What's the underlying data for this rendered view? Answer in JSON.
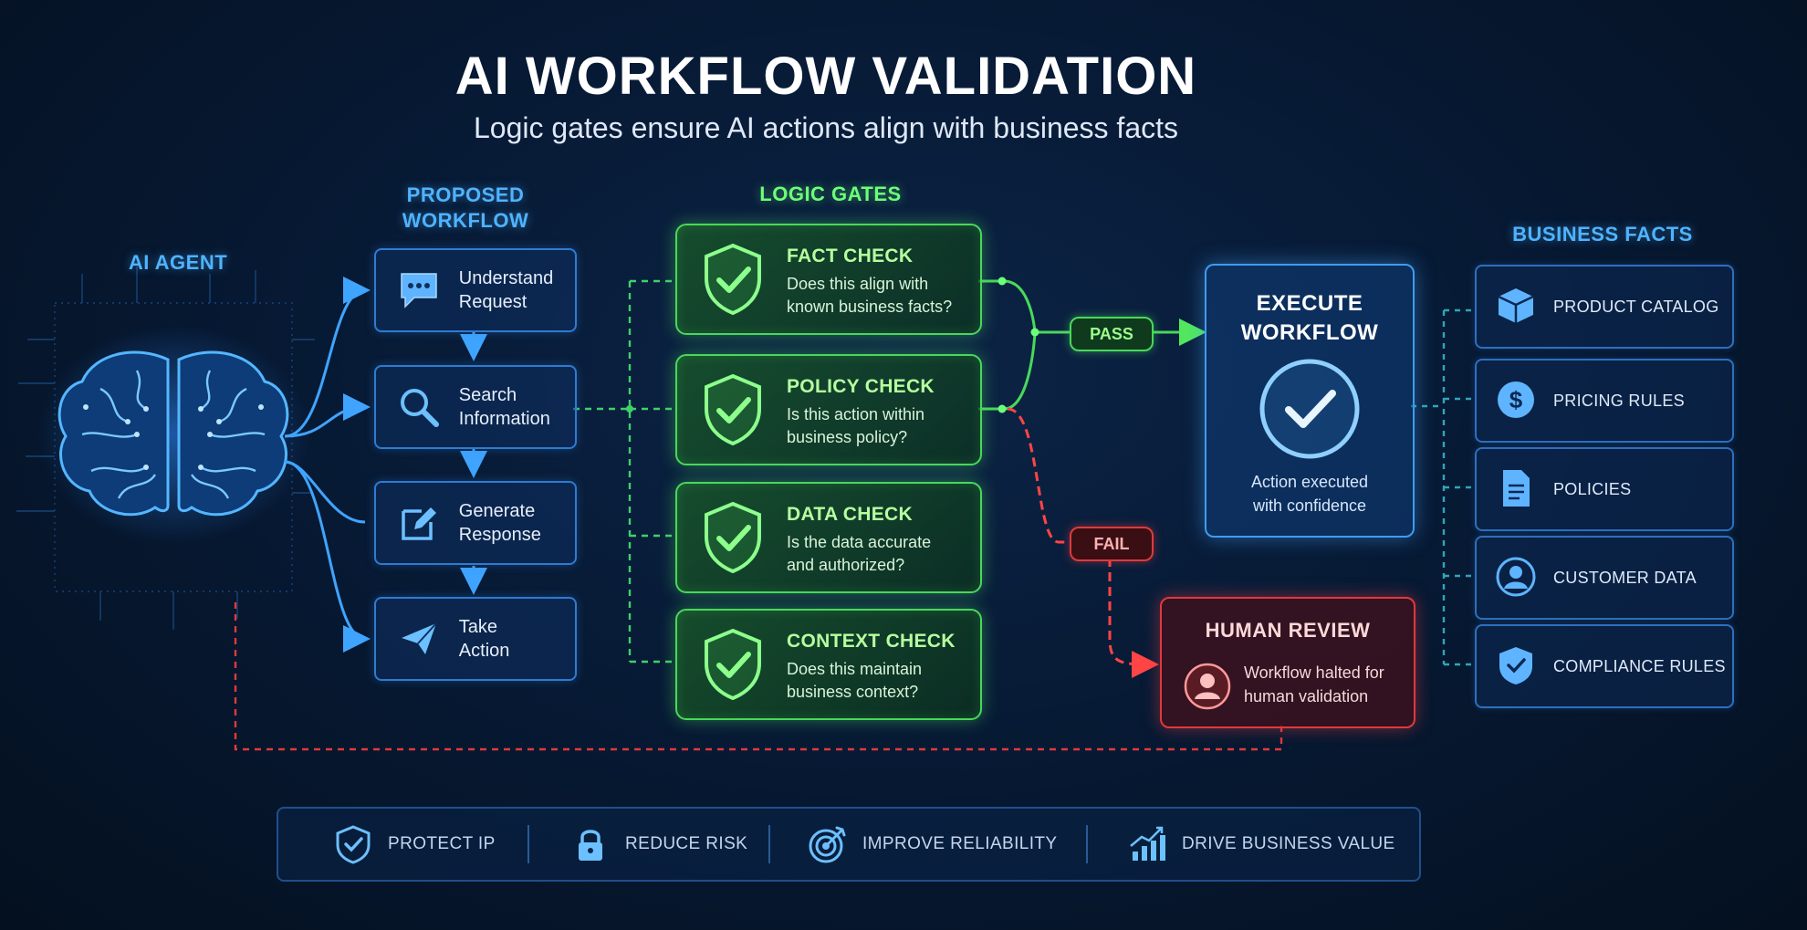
{
  "header": {
    "title": "AI WORKFLOW VALIDATION",
    "subtitle": "Logic gates ensure AI actions align with business facts"
  },
  "agent": {
    "label": "AI AGENT"
  },
  "workflow": {
    "label_line1": "PROPOSED",
    "label_line2": "WORKFLOW",
    "steps": [
      {
        "line1": "Understand",
        "line2": "Request",
        "icon": "chat-bubble-icon"
      },
      {
        "line1": "Search",
        "line2": "Information",
        "icon": "magnifier-icon"
      },
      {
        "line1": "Generate",
        "line2": "Response",
        "icon": "edit-pencil-icon"
      },
      {
        "line1": "Take",
        "line2": "Action",
        "icon": "paper-plane-icon"
      }
    ]
  },
  "gates": {
    "label": "LOGIC GATES",
    "items": [
      {
        "title": "FACT CHECK",
        "line1": "Does this align with",
        "line2": "known business facts?"
      },
      {
        "title": "POLICY CHECK",
        "line1": "Is this action within",
        "line2": "business policy?"
      },
      {
        "title": "DATA CHECK",
        "line1": "Is the data accurate",
        "line2": "and authorized?"
      },
      {
        "title": "CONTEXT CHECK",
        "line1": "Does this maintain",
        "line2": "business context?"
      }
    ]
  },
  "outcomes": {
    "pass": "PASS",
    "fail": "FAIL"
  },
  "execute": {
    "title_line1": "EXECUTE",
    "title_line2": "WORKFLOW",
    "desc_line1": "Action executed",
    "desc_line2": "with confidence"
  },
  "review": {
    "title": "HUMAN REVIEW",
    "desc_line1": "Workflow halted for",
    "desc_line2": "human validation"
  },
  "facts": {
    "label": "BUSINESS FACTS",
    "items": [
      {
        "label": "PRODUCT CATALOG",
        "icon": "package-icon"
      },
      {
        "label": "PRICING RULES",
        "icon": "dollar-icon"
      },
      {
        "label": "POLICIES",
        "icon": "document-icon"
      },
      {
        "label": "CUSTOMER DATA",
        "icon": "user-icon"
      },
      {
        "label": "COMPLIANCE RULES",
        "icon": "shield-check-icon"
      }
    ]
  },
  "benefits": [
    {
      "label": "PROTECT IP",
      "icon": "shield-icon"
    },
    {
      "label": "REDUCE RISK",
      "icon": "lock-icon"
    },
    {
      "label": "IMPROVE RELIABILITY",
      "icon": "target-icon"
    },
    {
      "label": "DRIVE BUSINESS VALUE",
      "icon": "growth-chart-icon"
    }
  ],
  "colors": {
    "background": "#071a35",
    "blue_accent": "#3f9cf0",
    "green_accent": "#49d85a",
    "red_accent": "#e0393c"
  }
}
